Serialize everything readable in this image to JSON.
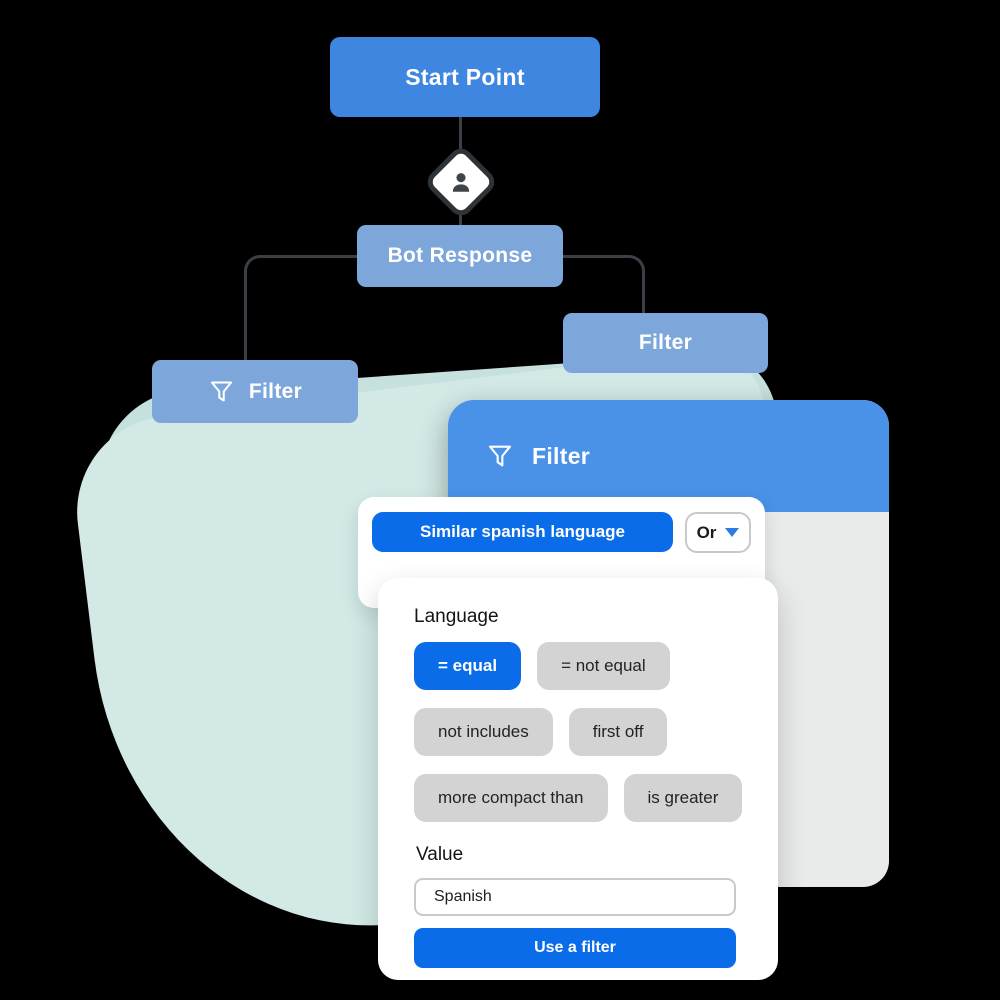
{
  "colors": {
    "bg": "#000000",
    "accent-blue": "#0A6CE9",
    "start-blue": "#3E86DF",
    "header-blue": "#4A91E8",
    "node-blue": "#7DA7DB",
    "panel-gray": "#E9EAEA",
    "chip-gray": "#D3D3D3",
    "blob-teal": "#D2E9E6",
    "blob-teal-2": "#C6E1DD",
    "connector": "#3A4046",
    "text-dark": "#1F1F1F"
  },
  "flow": {
    "start": {
      "label": "Start Point"
    },
    "bot_response": {
      "label": "Bot Response"
    },
    "filter_left": {
      "label": "Filter"
    },
    "filter_right": {
      "label": "Filter"
    }
  },
  "filter_panel": {
    "title": "Filter",
    "condition_pill": "Similar spanish language",
    "operator_dropdown": "Or"
  },
  "filter_editor": {
    "field_label": "Language",
    "operators": [
      "= equal",
      "= not equal",
      "not includes",
      "first off",
      "more compact than",
      "is greater"
    ],
    "selected_operator": "= equal",
    "value_label": "Value",
    "value": "Spanish",
    "submit_label": "Use a filter"
  }
}
